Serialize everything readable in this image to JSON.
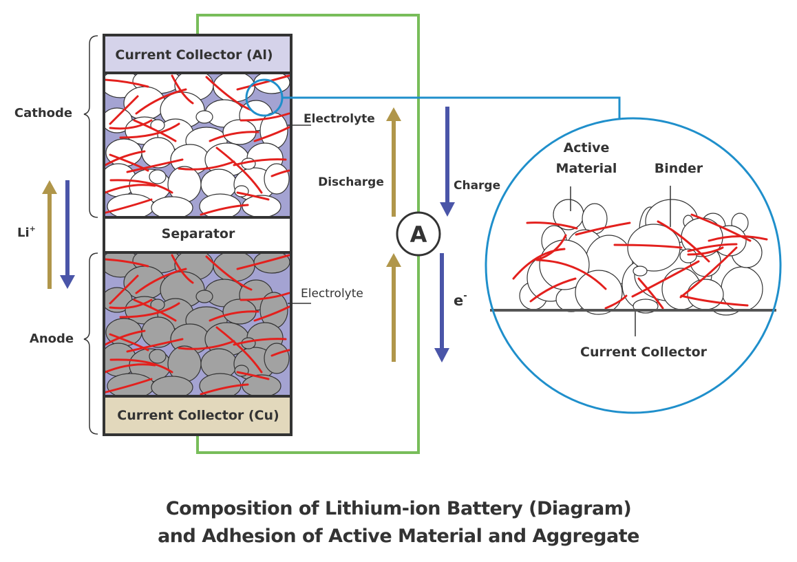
{
  "diagram": {
    "labels": {
      "current_collector_al": "Current Collector (Al)",
      "current_collector_cu": "Current Collector (Cu)",
      "cathode": "Cathode",
      "anode": "Anode",
      "separator": "Separator",
      "electrolyte_top": "Electrolyte",
      "electrolyte_bottom": "Electrolyte",
      "li_ion": "Li",
      "li_ion_charge": "+",
      "discharge": "Discharge",
      "charge": "Charge",
      "ammeter": "A",
      "electron": "e",
      "electron_charge": "-",
      "active_material_line1": "Active",
      "active_material_line2": "Material",
      "binder": "Binder",
      "zoom_current_collector": "Current Collector"
    },
    "colors": {
      "cathode_collector": "#d5d3ea",
      "anode_collector": "#e2d8bc",
      "electrolyte": "#a4a3d2",
      "anode_particle": "#a2a2a2",
      "cathode_particle": "#ffffff",
      "binder": "#e3201d",
      "wire": "#78bd5a",
      "magnifier": "#1f8fcb",
      "discharge": "#b0964a",
      "charge": "#4a55a8",
      "charge_text": "#1d3c8f",
      "outline": "#333333"
    }
  },
  "caption": {
    "line1": "Composition of Lithium-ion Battery (Diagram)",
    "line2": "and Adhesion of Active Material and Aggregate"
  }
}
